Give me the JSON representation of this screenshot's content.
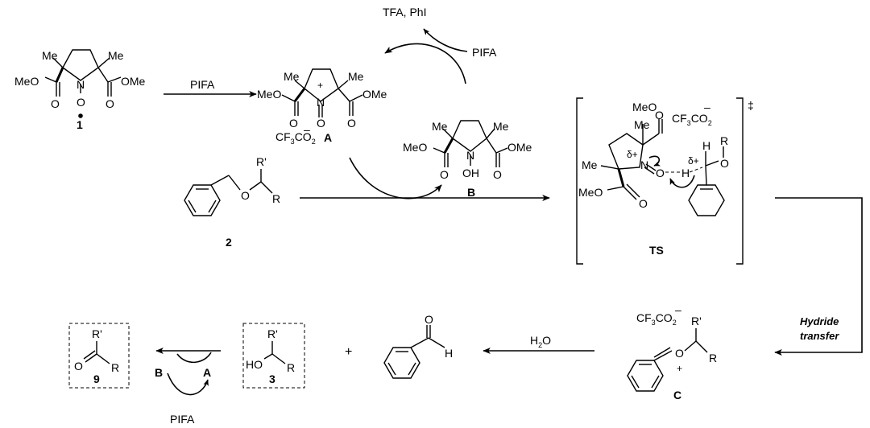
{
  "compound_1": {
    "label": "1",
    "left_sub": "Me",
    "right_sub": "Me",
    "left_ester": "MeO",
    "right_ester": "OMe",
    "ring_n": "N",
    "n_o": "O",
    "o1": "O",
    "o2": "O"
  },
  "step1": {
    "reagent": "PIFA"
  },
  "cycle_top": {
    "product": "TFA, PhI",
    "reagent": "PIFA"
  },
  "compound_A": {
    "label": "A",
    "left_ester": "MeO",
    "right_ester": "OMe",
    "left_sub": "Me",
    "right_sub": "Me",
    "charge_plus": "+",
    "ring_n": "N",
    "n_o": "O",
    "counter_ion_main": "CF",
    "counter_ion_sub": "3",
    "counter_ion_tail": "CO",
    "counter_ion_sub2": "2",
    "counter_charge": "–",
    "o1": "O",
    "o2": "O"
  },
  "compound_B": {
    "label": "B",
    "left_ester": "MeO",
    "right_ester": "OMe",
    "left_sub": "Me",
    "right_sub": "Me",
    "ring_n": "N",
    "oh": "OH",
    "o1": "O",
    "o2": "O"
  },
  "compound_2": {
    "label": "2",
    "r_prime": "R'",
    "r": "R",
    "o": "O"
  },
  "ts": {
    "label": "TS",
    "double_dagger": "‡",
    "meo": "MeO",
    "me_top": "Me",
    "me_left": "Me",
    "meo_bottom": "MeO",
    "counter_main": "CF",
    "counter_sub": "3",
    "counter_tail": "CO",
    "counter_sub2": "2",
    "counter_charge": "–",
    "delta_n": "δ+",
    "delta_c": "δ+",
    "n": "N",
    "o": "O",
    "h1": "H",
    "h2": "H",
    "r": "R",
    "o_ether": "O",
    "o_ester1": "O",
    "o_ester2": "O"
  },
  "hydride_step": {
    "line1": "Hydride",
    "line2": "transfer"
  },
  "compound_C": {
    "label": "C",
    "counter_main": "CF",
    "counter_sub": "3",
    "counter_tail": "CO",
    "counter_sub2": "2",
    "counter_charge": "–",
    "r_prime": "R'",
    "r": "R",
    "o": "O",
    "charge_plus": "+"
  },
  "hydrolysis": {
    "reagent": "H",
    "reagent_sub": "2",
    "reagent_tail": "O"
  },
  "benzaldehyde": {
    "o": "O",
    "h": "H"
  },
  "plus_sign": "+",
  "compound_3": {
    "label": "3",
    "r_prime": "R'",
    "r": "R",
    "ho": "HO"
  },
  "compound_9": {
    "label": "9",
    "r_prime": "R'",
    "r": "R",
    "o": "O"
  },
  "cycle_bottom": {
    "left": "B",
    "right": "A",
    "reagent": "PIFA"
  }
}
